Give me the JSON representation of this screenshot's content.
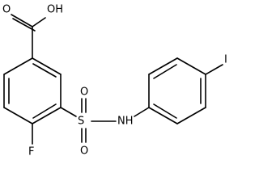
{
  "molecule": {
    "atoms": {
      "carboxyl_oh": "OH",
      "carboxyl_o": "O",
      "fluorine": "F",
      "sulfur": "S",
      "sulfonyl_o_top": "O",
      "sulfonyl_o_bottom": "O",
      "amine": "NH",
      "iodine": "I"
    }
  }
}
